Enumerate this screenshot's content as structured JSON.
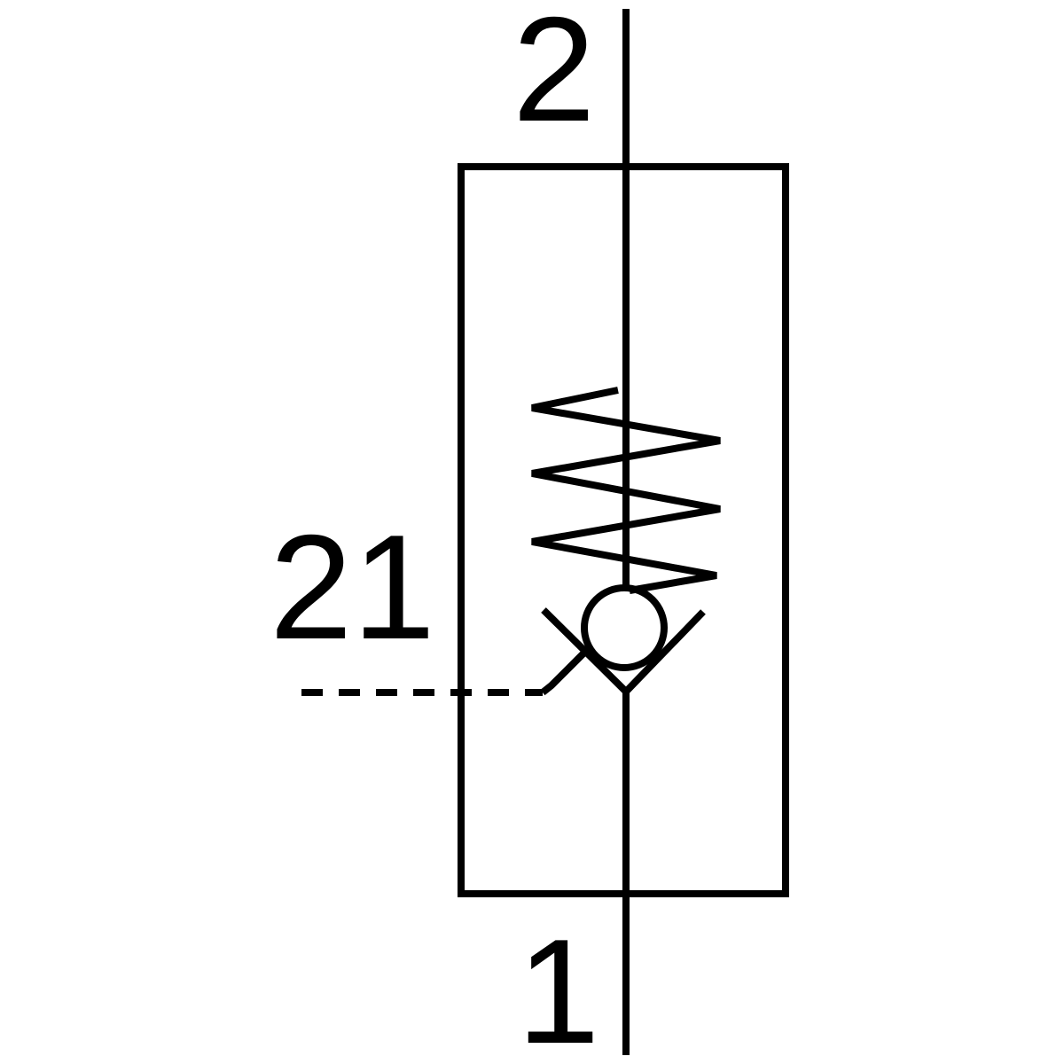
{
  "diagram": {
    "ports": {
      "top_label": "2",
      "bottom_label": "1",
      "pilot_label": "21"
    },
    "colors": {
      "line": "#000000",
      "background": "#ffffff"
    }
  }
}
